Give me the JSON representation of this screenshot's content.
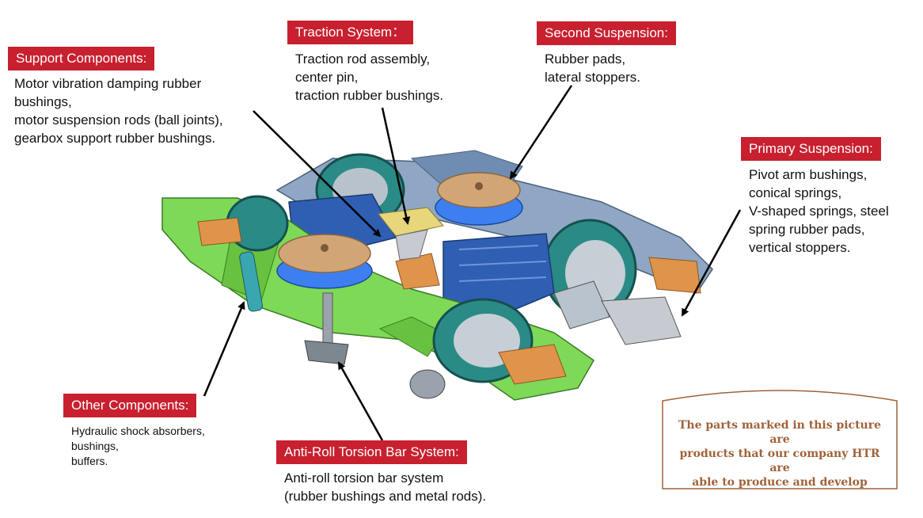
{
  "callouts": {
    "support": {
      "title": "Support Components:",
      "lines": [
        "Motor vibration damping rubber",
        "bushings,",
        "motor suspension rods (ball joints),",
        "gearbox support rubber bushings."
      ]
    },
    "traction": {
      "title": "Traction System：",
      "lines": [
        "Traction rod assembly,",
        "center pin,",
        "traction rubber bushings."
      ]
    },
    "second": {
      "title": "Second Suspension:",
      "lines": [
        "Rubber pads,",
        "lateral stoppers."
      ]
    },
    "primary": {
      "title": "Primary Suspension:",
      "lines": [
        "Pivot arm bushings,",
        "conical springs,",
        "V-shaped springs, steel",
        "spring rubber pads,",
        "vertical stoppers."
      ]
    },
    "other": {
      "title": "Other Components:",
      "lines": [
        "Hydraulic shock absorbers,",
        "bushings,",
        "buffers."
      ]
    },
    "antiroll": {
      "title": "Anti-Roll Torsion Bar System:",
      "lines": [
        "Anti-roll torsion bar system",
        "(rubber bushings and metal rods)."
      ]
    }
  },
  "note": {
    "lines": [
      "The parts marked in this picture are",
      "products that our company HTR are",
      "able to produce and develop"
    ]
  },
  "colors": {
    "tag": "#c8202f",
    "frame_green": "#7ed957",
    "motor_blue": "#2f5fb3",
    "spring_blue": "#3d7ff0",
    "wheel_teal": "#2a8a86",
    "pad_tan": "#d2a574",
    "bracket_orange": "#e0944a",
    "note_brown": "#a0623a"
  }
}
